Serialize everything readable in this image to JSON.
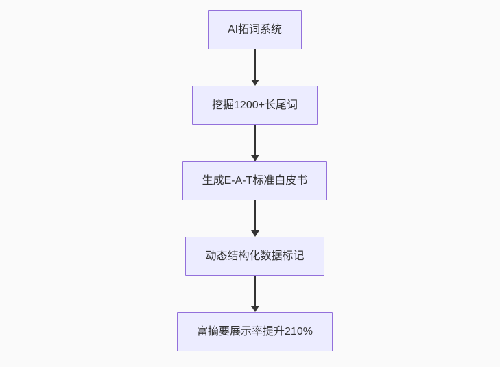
{
  "page": {
    "background_color": "#fafafa"
  },
  "diagram": {
    "type": "flowchart",
    "direction": "top-down",
    "style": {
      "node_fill": "#ECECFF",
      "node_border": "#9370DB",
      "node_text_color": "#333333",
      "arrow_color": "#333333"
    },
    "nodes": [
      {
        "id": "A",
        "label": "AI拓词系统"
      },
      {
        "id": "B",
        "label": "挖掘1200+长尾词"
      },
      {
        "id": "C",
        "label": "生成E-A-T标准白皮书"
      },
      {
        "id": "D",
        "label": "动态结构化数据标记"
      },
      {
        "id": "E",
        "label": "富摘要展示率提升210%"
      }
    ],
    "edges": [
      {
        "from": "A",
        "to": "B"
      },
      {
        "from": "B",
        "to": "C"
      },
      {
        "from": "C",
        "to": "D"
      },
      {
        "from": "D",
        "to": "E"
      }
    ]
  }
}
